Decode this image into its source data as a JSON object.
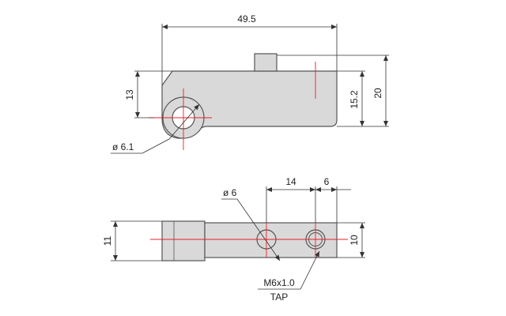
{
  "drawing": {
    "top_view": {
      "overall_length": "49.5",
      "overall_height": "20",
      "body_height": "15.2",
      "bore_offset": "13",
      "bore_diameter": "ø 6.1"
    },
    "bottom_view": {
      "hole_diameter": "ø 6",
      "hole_spacing": "14",
      "end_offset": "6",
      "overall_thickness": "11",
      "body_thickness": "10",
      "tap_label_line1": "M6x1.0",
      "tap_label_line2": "TAP"
    }
  },
  "colors": {
    "part_fill": "#d9d9d9",
    "outline": "#555555",
    "center_line": "#e8202a",
    "dimension_line": "#333333"
  }
}
